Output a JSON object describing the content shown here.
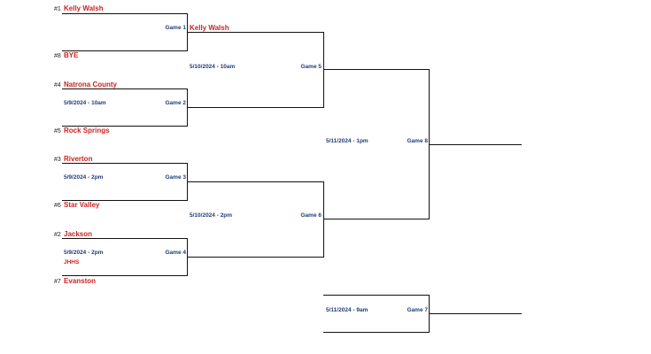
{
  "round1": [
    {
      "game": "Game 1",
      "date": "",
      "top": {
        "seed": "#1",
        "name": "Kelly Walsh"
      },
      "bottom": {
        "seed": "#8",
        "name": "BYE"
      }
    },
    {
      "game": "Game 2",
      "date": "5/9/2024 - 10am",
      "top": {
        "seed": "#4",
        "name": "Natrona County"
      },
      "bottom": {
        "seed": "#5",
        "name": "Rock Springs"
      }
    },
    {
      "game": "Game 3",
      "date": "5/9/2024 - 2pm",
      "top": {
        "seed": "#3",
        "name": "Riverton"
      },
      "bottom": {
        "seed": "#6",
        "name": "Star Valley"
      }
    },
    {
      "game": "Game 4",
      "date": "5/9/2024 - 2pm",
      "venue": "JHHS",
      "top": {
        "seed": "#2",
        "name": "Jackson"
      },
      "bottom": {
        "seed": "#7",
        "name": "Evanston"
      }
    }
  ],
  "round2": [
    {
      "game": "Game 5",
      "date": "5/10/2024 - 10am",
      "advanced_top": "Kelly Walsh"
    },
    {
      "game": "Game 6",
      "date": "5/10/2024 - 2pm"
    }
  ],
  "final": {
    "game": "Game 8",
    "date": "5/11/2024 - 1pm"
  },
  "consolation": {
    "game": "Game 7",
    "date": "5/11/2024 - 9am"
  },
  "colors": {
    "team": "#cc2222",
    "meta": "#1e3d7a",
    "line": "#111111"
  }
}
